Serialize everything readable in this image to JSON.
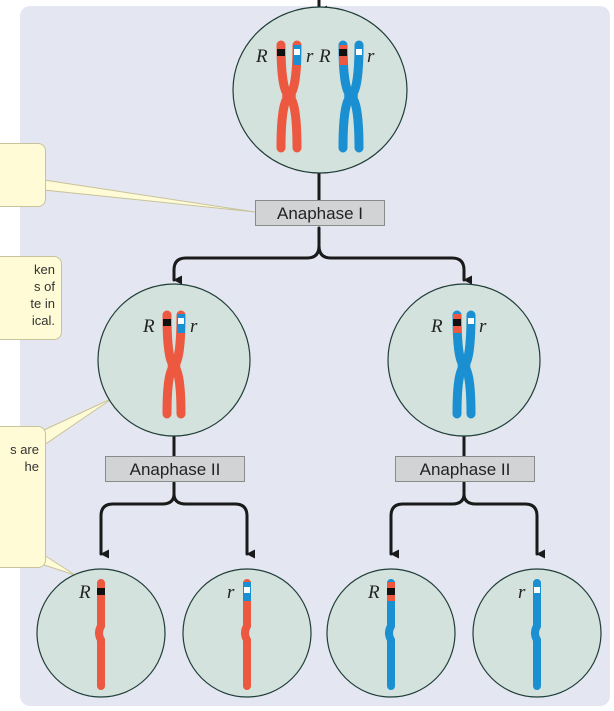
{
  "diagram": {
    "stage_labels": {
      "anaphase_1": "Anaphase I",
      "anaphase_2_left": "Anaphase II",
      "anaphase_2_right": "Anaphase II"
    },
    "callouts": {
      "top": "",
      "middle": [
        "ken",
        "s of",
        "te in",
        "ical."
      ],
      "lower": [
        "s are",
        "he",
        ""
      ]
    },
    "alleles": {
      "dominant": "R",
      "recessive": "r"
    },
    "colors": {
      "maternal_chromosome": "#ec5840",
      "paternal_chromosome": "#1a8fd2",
      "cell": "#d3e2dd",
      "panel": "#e4e7f2",
      "arrow": "#1a1a1a",
      "callout_fill": "#fffbd6"
    }
  }
}
